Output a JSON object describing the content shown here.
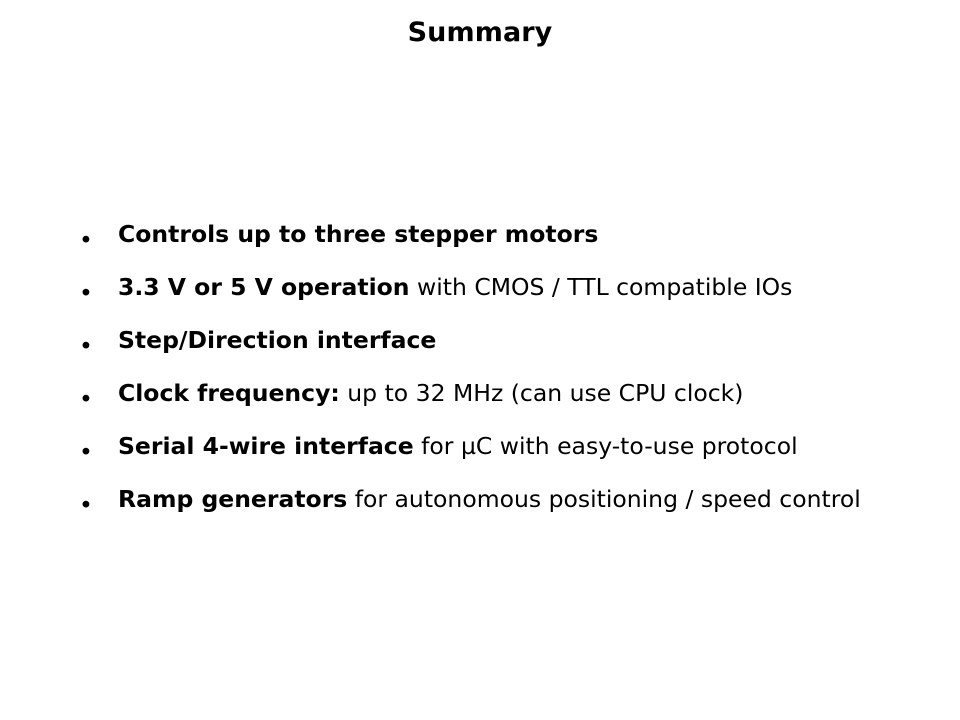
{
  "slide": {
    "title": "Summary",
    "background_color": "#ffffff",
    "text_color": "#000000",
    "bullet_marker": "•",
    "bullets": [
      {
        "bold": "Controls up to three stepper motors",
        "regular": ""
      },
      {
        "bold": "3.3 V or 5 V operation",
        "regular": " with CMOS / TTL compatible IOs"
      },
      {
        "bold": "Step/Direction interface",
        "regular": ""
      },
      {
        "bold": "Clock frequency:",
        "regular": " up to 32 MHz (can use CPU clock)"
      },
      {
        "bold": "Serial 4-wire interface",
        "regular": " for µC with easy-to-use protocol"
      },
      {
        "bold": "Ramp generators",
        "regular": " for autonomous positioning / speed control"
      }
    ]
  }
}
